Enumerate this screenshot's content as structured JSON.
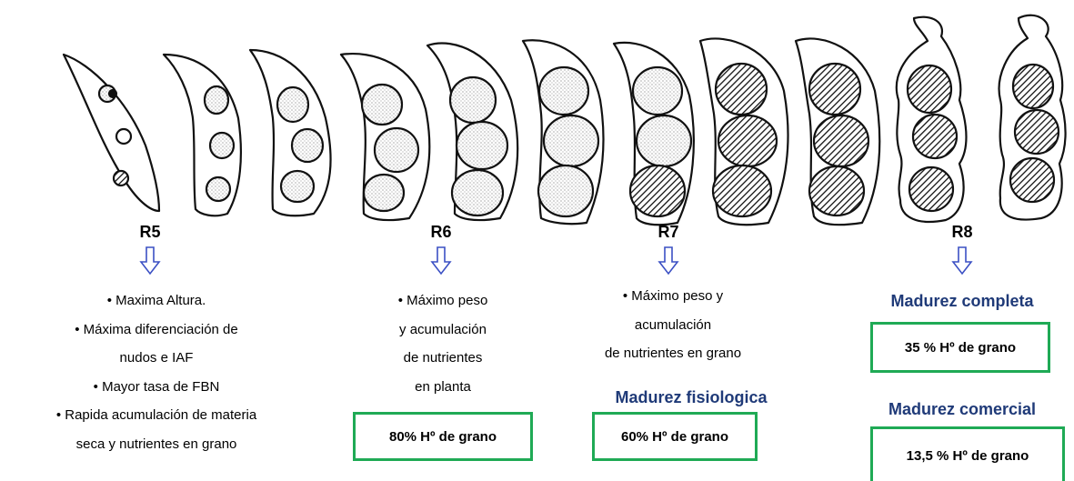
{
  "stages": [
    {
      "label": "R5"
    },
    {
      "label": "R6"
    },
    {
      "label": "R7"
    },
    {
      "label": "R8"
    }
  ],
  "r5": {
    "bullets": [
      "• Maxima Altura.",
      "• Máxima diferenciación de",
      "nudos e IAF",
      "• Mayor tasa de FBN",
      "• Rapida acumulación de materia",
      "seca y nutrientes  en grano"
    ]
  },
  "r6": {
    "bullets": [
      "• Máximo peso",
      "y acumulación",
      "de nutrientes",
      "en planta"
    ],
    "box": "80% Hº de grano"
  },
  "r7": {
    "bullets": [
      "• Máximo peso y",
      "acumulación",
      "de nutrientes  en grano"
    ],
    "heading": "Madurez fisiologica",
    "box": "60% Hº de grano"
  },
  "r8": {
    "heading_1": "Madurez completa",
    "box_1": "35 % Hº de grano",
    "heading_2": "Madurez comercial",
    "box_2": "13,5 % Hº de grano"
  },
  "colors": {
    "heading": "#1f3a78",
    "box_border": "#1faa55",
    "arrow": "#3b50c4"
  }
}
